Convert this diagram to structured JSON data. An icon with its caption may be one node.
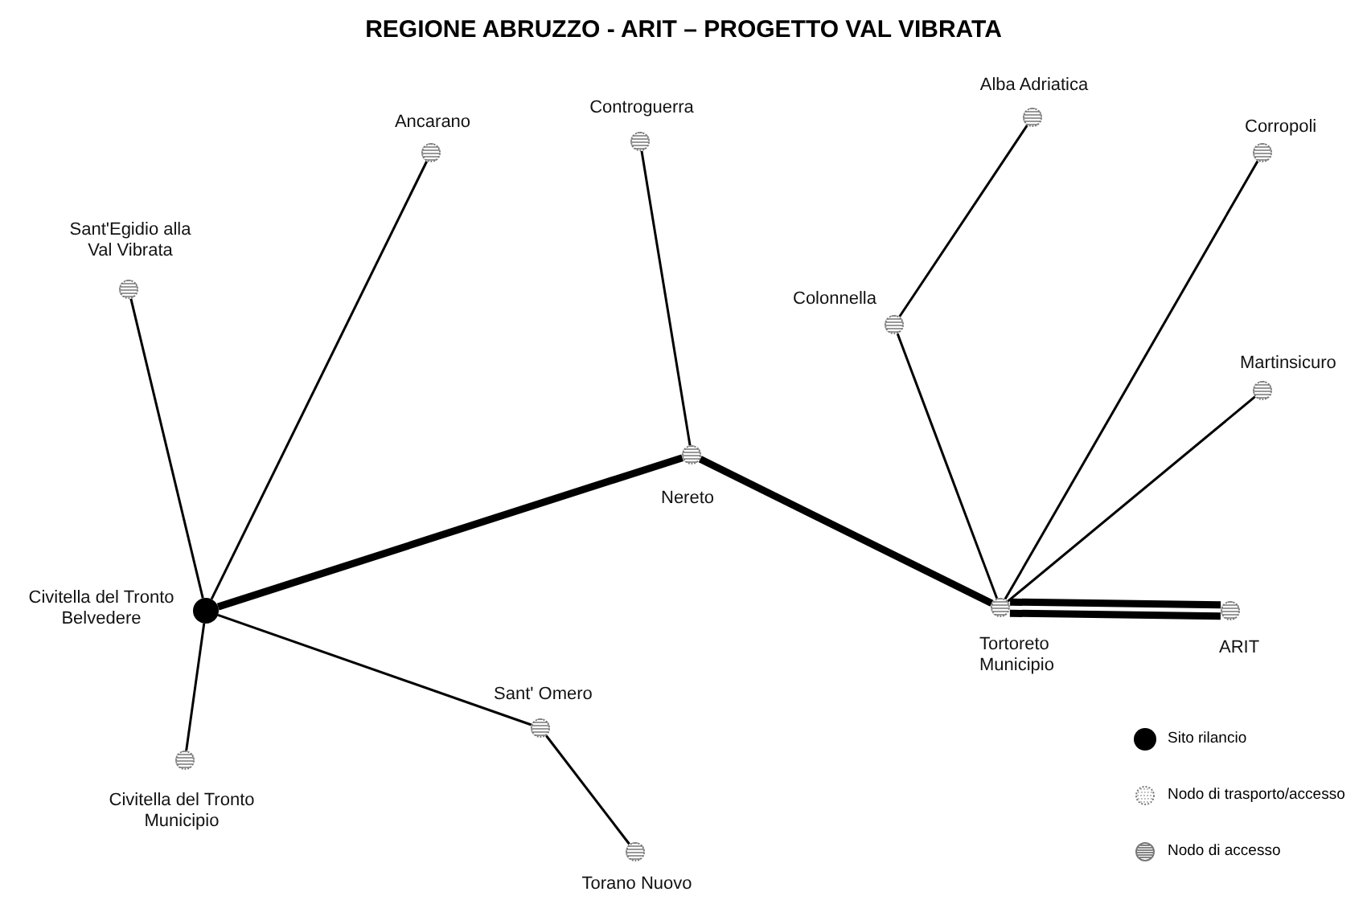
{
  "diagram": {
    "title": "REGIONE ABRUZZO -  ARIT – PROGETTO VAL VIBRATA",
    "nodes": [
      {
        "text": [
          "Sant'Egidio alla Val Vibrata"
        ]
      },
      {
        "text": [
          "Ancarano"
        ]
      },
      {
        "text": [
          "Controguerra"
        ]
      },
      {
        "text": [
          "Alba Adriatica"
        ]
      },
      {
        "text": [
          "Corropoli"
        ]
      },
      {
        "text": [
          "Colonnella"
        ]
      },
      {
        "text": [
          "Martinsicuro"
        ]
      },
      {
        "text": [
          "Nereto"
        ]
      },
      {
        "text": [
          "Civitella del Tronto Belvedere"
        ]
      },
      {
        "text": [
          "Tortoreto Municipio"
        ]
      },
      {
        "text": [
          "ARIT"
        ]
      },
      {
        "text": [
          "Sant' Omero"
        ]
      },
      {
        "text": [
          "Civitella del Tronto Municipio"
        ]
      },
      {
        "text": [
          "Torano Nuovo"
        ]
      }
    ],
    "edges": [
      {
        "from": 8,
        "to": 0,
        "arrow": "none"
      },
      {
        "from": 8,
        "to": 1,
        "arrow": "none"
      },
      {
        "from": 8,
        "to": 7,
        "arrow": "none",
        "style": "thick"
      },
      {
        "from": 8,
        "to": 11,
        "arrow": "none"
      },
      {
        "from": 8,
        "to": 12,
        "arrow": "none"
      },
      {
        "from": 2,
        "to": 7,
        "arrow": "none"
      },
      {
        "from": 7,
        "to": 9,
        "arrow": "none",
        "style": "thick"
      },
      {
        "from": 5,
        "to": 3,
        "arrow": "none"
      },
      {
        "from": 5,
        "to": 9,
        "arrow": "none"
      },
      {
        "from": 9,
        "to": 4,
        "arrow": "none"
      },
      {
        "from": 9,
        "to": 6,
        "arrow": "none"
      },
      {
        "from": 9,
        "to": 10,
        "arrow": "none",
        "style": "thick"
      },
      {
        "from": 11,
        "to": 13,
        "arrow": "none"
      }
    ],
    "legend": [
      {
        "text": "Sito rilancio"
      },
      {
        "text": "Nodo di trasporto/accesso"
      },
      {
        "text": "Nodo di accesso"
      }
    ]
  }
}
